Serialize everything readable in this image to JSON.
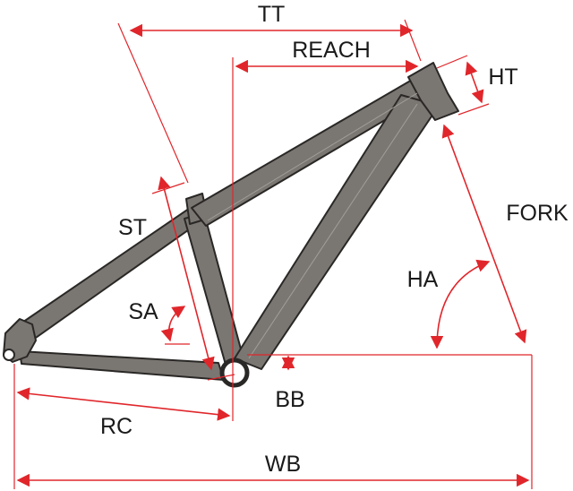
{
  "labels": {
    "tt": "TT",
    "reach": "REACH",
    "ht": "HT",
    "fork": "FORK",
    "st": "ST",
    "sa": "SA",
    "ha": "HA",
    "bb": "BB",
    "rc": "RC",
    "wb": "WB"
  },
  "colors": {
    "dimension": "#e0262b",
    "frame": "#7a7672",
    "outline": "#2a2826",
    "text": "#1a1a1a"
  }
}
